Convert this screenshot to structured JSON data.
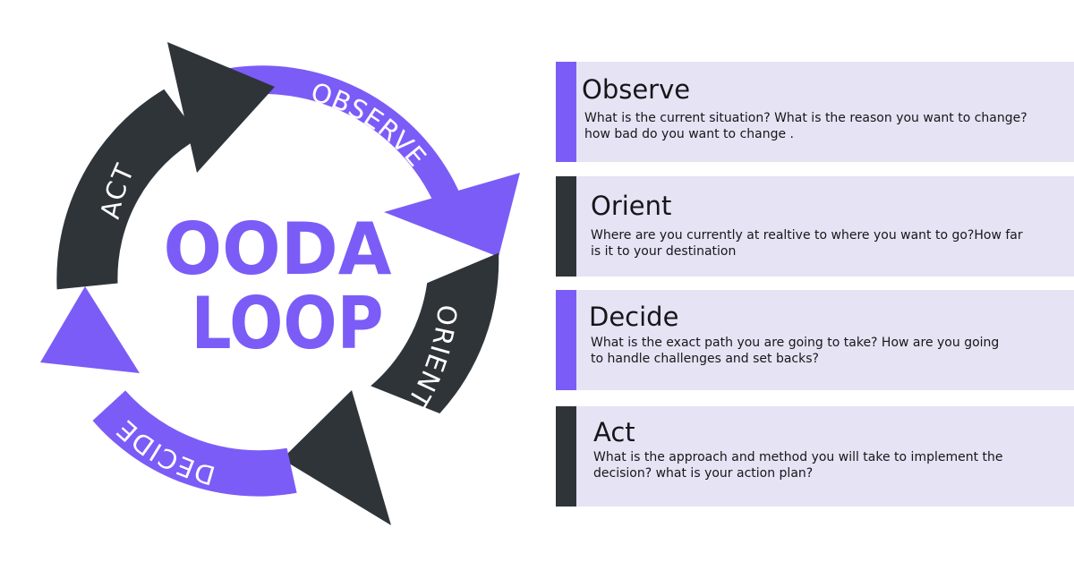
{
  "diagram": {
    "center_title_line1": "OODA",
    "center_title_line2": "LOOP",
    "segments": {
      "observe": "OBSERVE",
      "orient": "ORIENT",
      "decide": "DECIDE",
      "act": "ACT"
    }
  },
  "cards": [
    {
      "title": "Observe",
      "text_lines": [
        "What is the current situation? What is the reason you want to change?",
        "how bad do you want to change ."
      ]
    },
    {
      "title": "Orient",
      "text_lines": [
        "Where are you currently at realtive to where you want to go?How far",
        "is it to your destination"
      ]
    },
    {
      "title": "Decide",
      "text_lines": [
        "What is the exact path you are going to take? How are you going",
        "to handle challenges and set backs?"
      ]
    },
    {
      "title": "Act",
      "text_lines": [
        "What is the approach and method you will take to implement the",
        "decision? what is your action plan?"
      ]
    }
  ],
  "colors": {
    "purple": "#7b5cf7",
    "dark": "#2f3439",
    "card_bg": "#e6e3f4"
  }
}
